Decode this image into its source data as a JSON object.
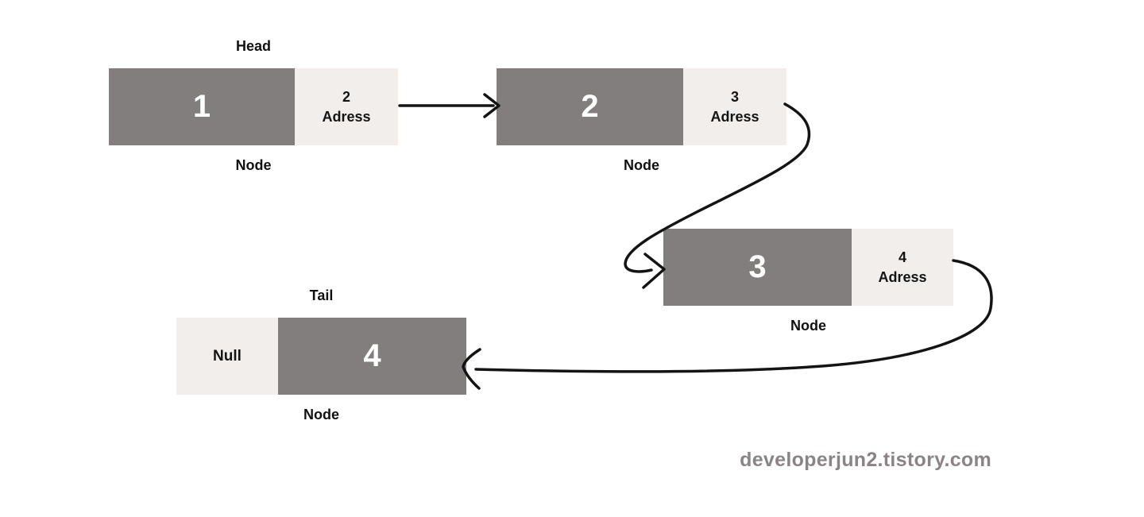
{
  "diagram_type": "singly-linked-list",
  "colors": {
    "node_fill": "#817e7d",
    "address_fill": "#f1eeec",
    "node_value_text": "#ffffff",
    "label_text": "#111111",
    "arrow_line": "#141414",
    "watermark_text": "#8b8486",
    "background": "#ffffff"
  },
  "nodes": [
    {
      "top_label": "Head",
      "value": "1",
      "address_top": "2",
      "address_bottom": "Adress",
      "bottom_label": "Node"
    },
    {
      "top_label": "",
      "value": "2",
      "address_top": "3",
      "address_bottom": "Adress",
      "bottom_label": "Node"
    },
    {
      "top_label": "",
      "value": "3",
      "address_top": "4",
      "address_bottom": "Adress",
      "bottom_label": "Node"
    },
    {
      "top_label": "Tail",
      "value": "4",
      "address_label": "Null",
      "bottom_label": "Node"
    }
  ],
  "watermark": {
    "text": "developerjun2.tistory.com"
  }
}
